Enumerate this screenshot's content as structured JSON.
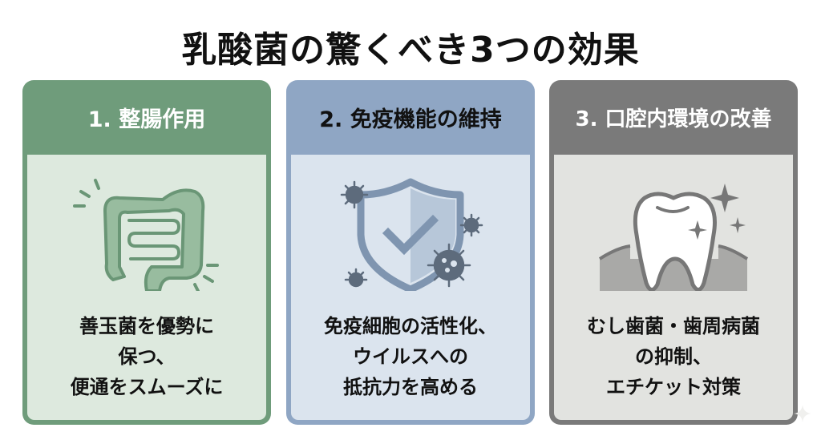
{
  "title": "乳酸菌の驚くべき3つの効果",
  "colors": {
    "green_header": "#6f9c7b",
    "green_body": "#dde9de",
    "blue_header": "#8fa6c4",
    "blue_body": "#dbe4ee",
    "gray_header": "#7a7a7a",
    "gray_body": "#e2e3e0"
  },
  "cards": [
    {
      "heading": "1. 整腸作用",
      "icon": "intestine-icon",
      "lines": [
        "善玉菌を優勢に",
        "保つ、",
        "便通をスムーズに"
      ]
    },
    {
      "heading": "2. 免疫機能の維持",
      "icon": "shield-virus-icon",
      "lines": [
        "免疫細胞の活性化、",
        "ウイルスへの",
        "抵抗力を高める"
      ]
    },
    {
      "heading": "3. 口腔内環境の改善",
      "icon": "sparkling-tooth-icon",
      "lines": [
        "むし歯菌・歯周病菌",
        "の抑制、",
        "エチケット対策"
      ]
    }
  ]
}
